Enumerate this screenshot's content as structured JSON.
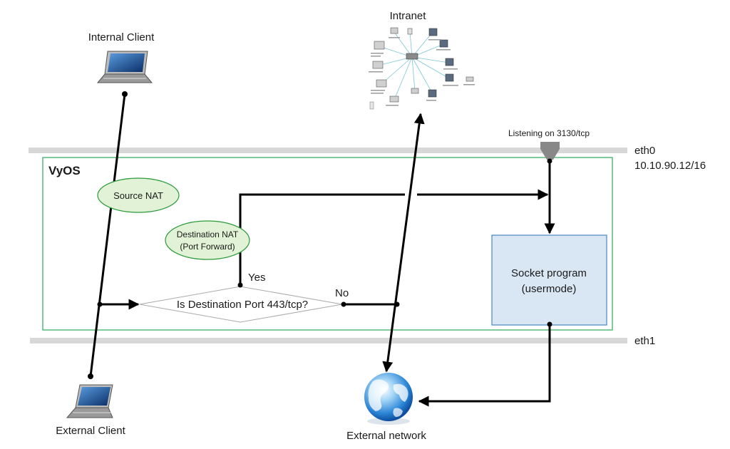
{
  "labels": {
    "internal_client": "Internal Client",
    "external_client": "External Client",
    "intranet": "Intranet",
    "external_network": "External network",
    "vyos": "VyOS",
    "eth0": "eth0",
    "eth0_ip": "10.10.90.12/16",
    "eth1": "eth1",
    "listening": "Listening on 3130/tcp",
    "source_nat": "Source NAT",
    "destination_nat_line1": "Destination NAT",
    "destination_nat_line2": "(Port Forward)",
    "decision": "Is Destination Port 443/tcp?",
    "yes": "Yes",
    "no": "No",
    "socket_line1": "Socket program",
    "socket_line2": "(usermode)"
  },
  "colors": {
    "nat_fill": "#e2f2d6",
    "nat_stroke": "#2a9a3a",
    "vyos_border": "#2aaa5a",
    "socket_fill": "#d9e7f5",
    "socket_stroke": "#4a87c5",
    "interface_bar": "#d8d8d8",
    "arrow": "#000000"
  },
  "icons": {
    "internal_client": "laptop-icon",
    "external_client": "laptop-icon",
    "intranet": "network-topology-icon",
    "external_network": "globe-icon",
    "listening_port": "port-funnel-icon"
  }
}
